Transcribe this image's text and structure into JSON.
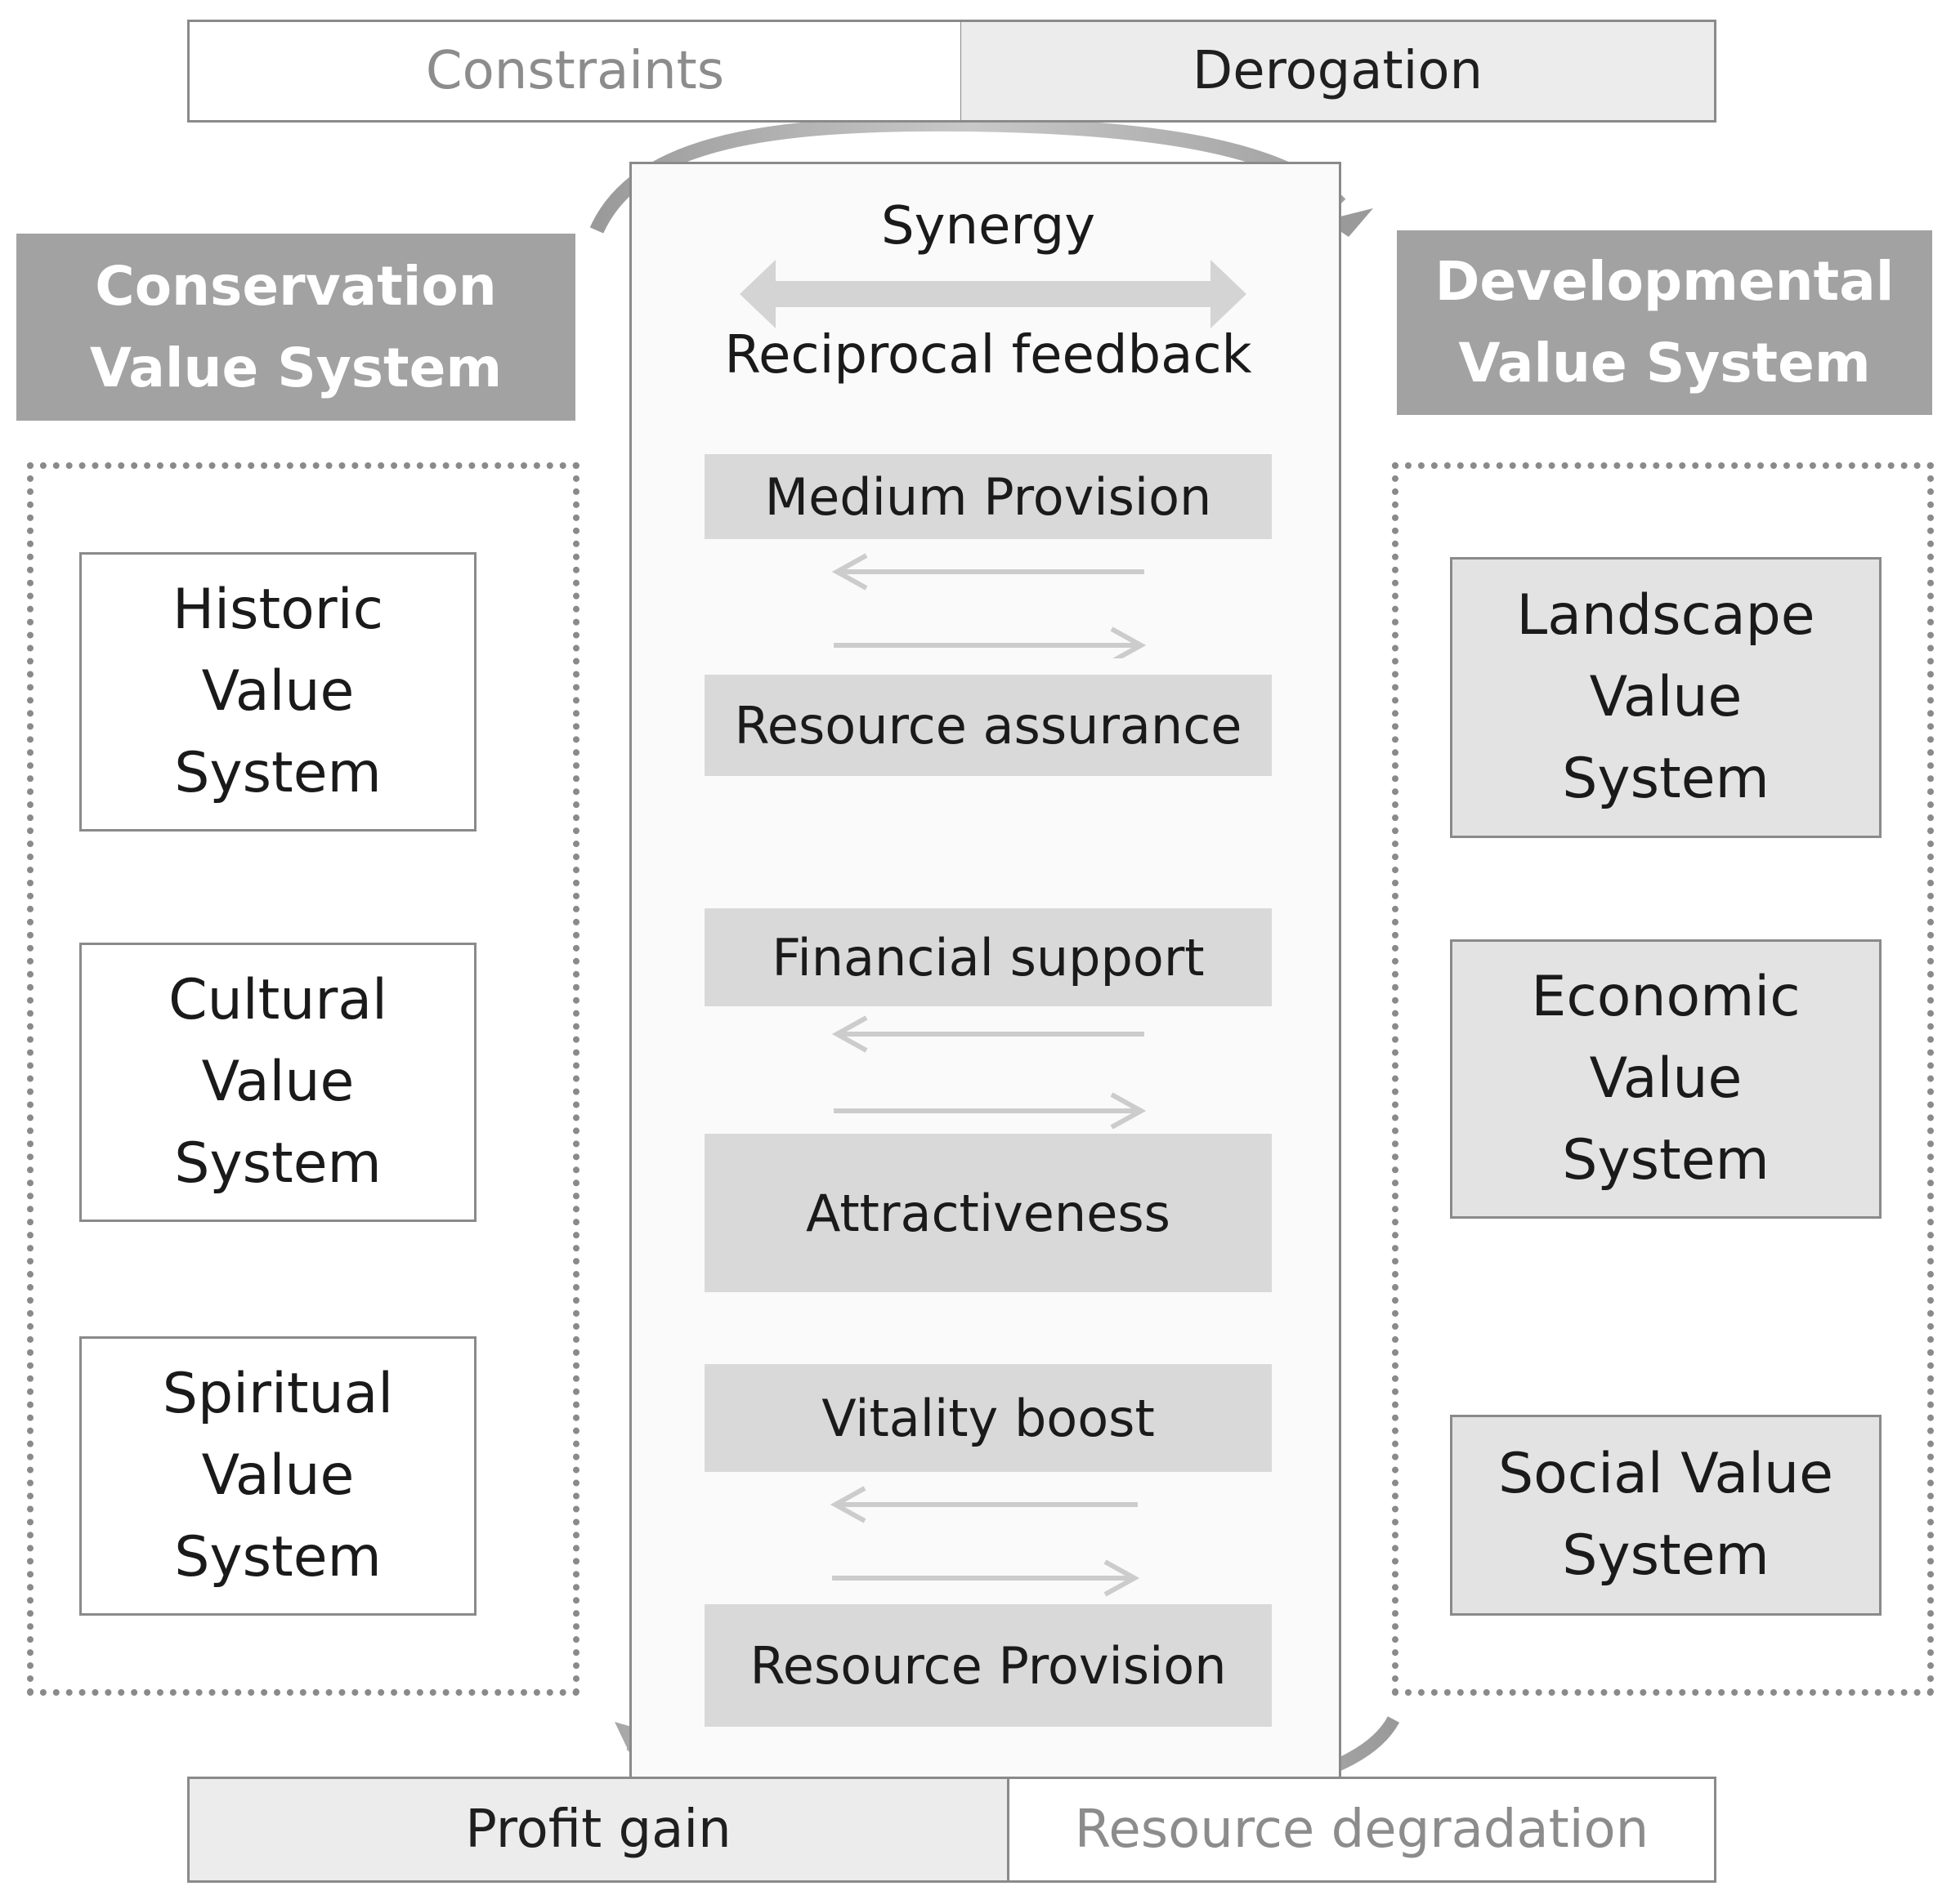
{
  "top_bar": {
    "constraints": "Constraints",
    "derogation": "Derogation"
  },
  "bottom_bar": {
    "profit_gain": "Profit gain",
    "resource_degradation": "Resource degradation"
  },
  "conservation": {
    "title_line1": "Conservation",
    "title_line2": "Value System",
    "items": [
      {
        "l1": "Historic",
        "l2": "Value",
        "l3": "System"
      },
      {
        "l1": "Cultural",
        "l2": "Value",
        "l3": "System"
      },
      {
        "l1": "Spiritual",
        "l2": "Value",
        "l3": "System"
      }
    ]
  },
  "developmental": {
    "title_line1": "Developmental",
    "title_line2": "Value System",
    "items": [
      {
        "l1": "Landscape",
        "l2": "Value",
        "l3": "System"
      },
      {
        "l1": "Economic",
        "l2": "Value",
        "l3": "System"
      },
      {
        "l1": "Social Value",
        "l2": "System"
      }
    ]
  },
  "center": {
    "synergy": "Synergy",
    "reciprocal_feedback": "Reciprocal feedback",
    "pairs": [
      {
        "upper": "Medium Provision",
        "lower": "Resource assurance"
      },
      {
        "upper": "Financial support",
        "lower": "Attractiveness"
      },
      {
        "upper": "Vitality boost",
        "lower": "Resource Provision"
      }
    ]
  },
  "colors": {
    "header_fill": "#a2a2a2",
    "box_fill": "#d9d9d9",
    "bar_fill": "#ececec",
    "border": "#8a8a8a",
    "muted_text": "#8c8c8c"
  }
}
